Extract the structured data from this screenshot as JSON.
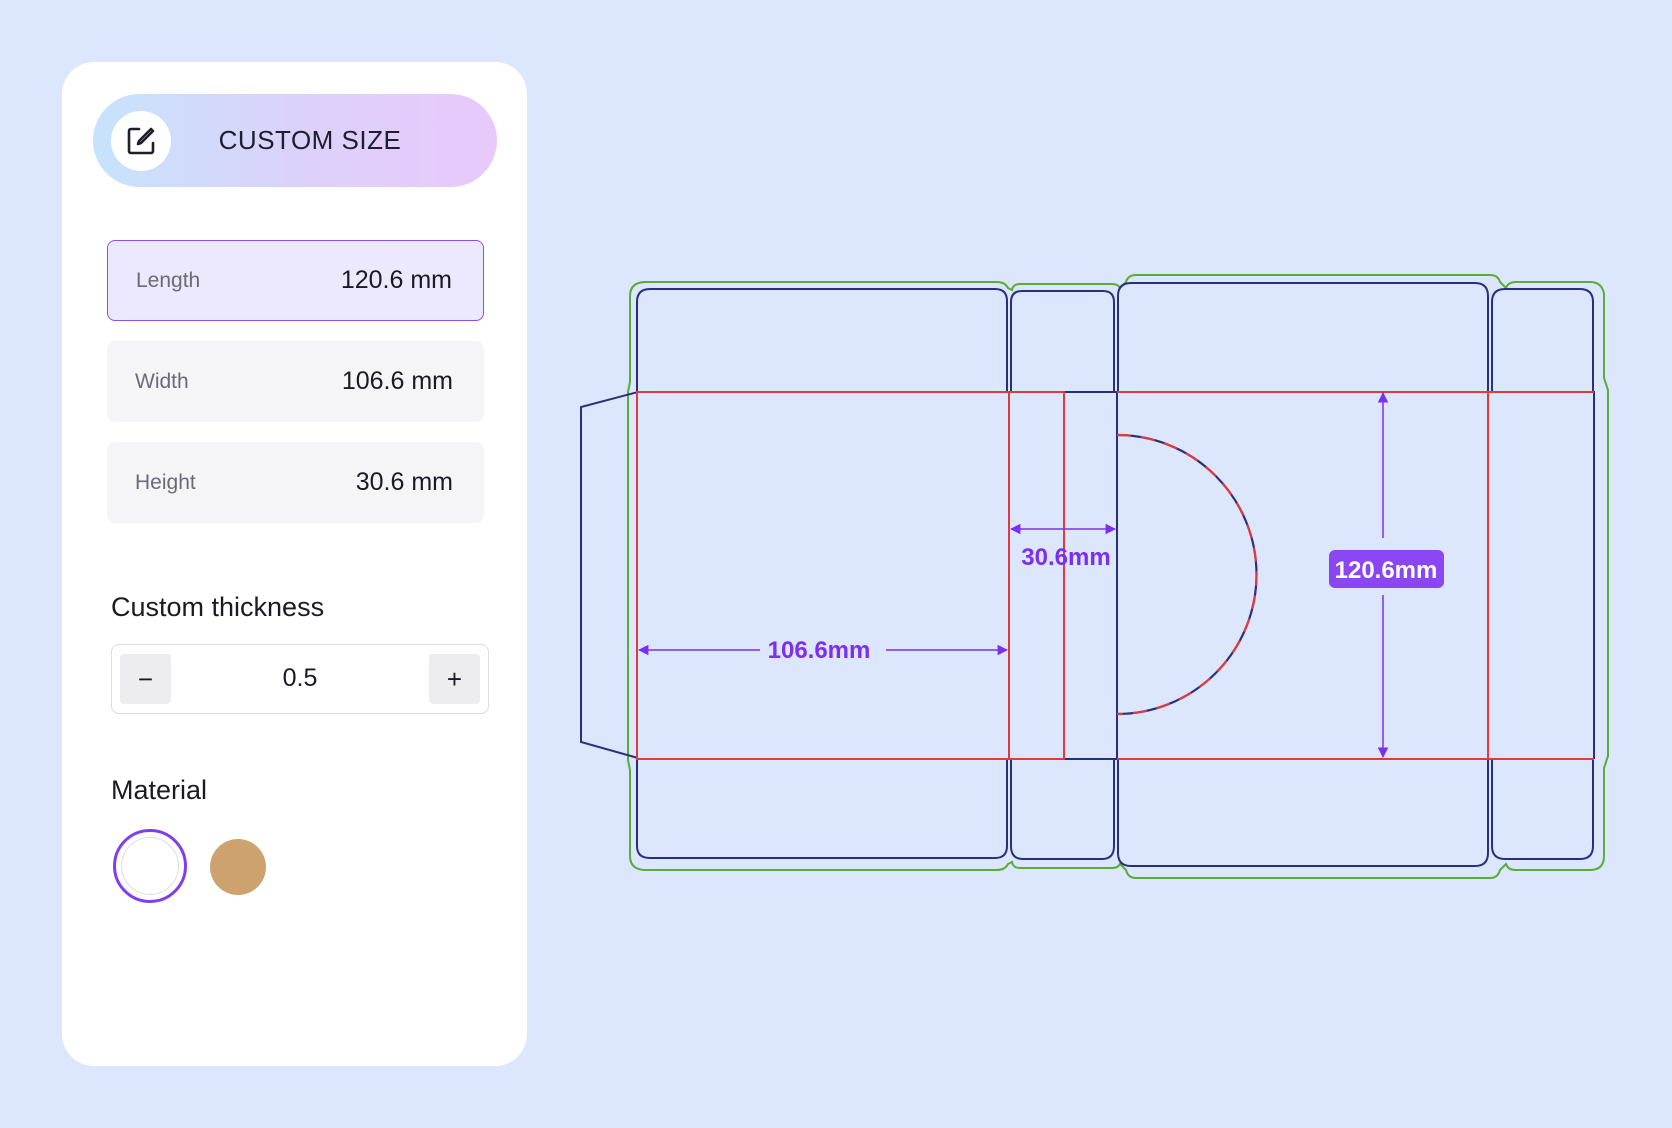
{
  "panel": {
    "header": {
      "title": "CUSTOM SIZE",
      "icon": "edit-icon"
    },
    "dimensions": [
      {
        "label": "Length",
        "value": "120.6 mm",
        "active": true
      },
      {
        "label": "Width",
        "value": "106.6 mm",
        "active": false
      },
      {
        "label": "Height",
        "value": "30.6 mm",
        "active": false
      }
    ],
    "thickness": {
      "title": "Custom thickness",
      "value": "0.5",
      "minus_label": "−",
      "plus_label": "+"
    },
    "material": {
      "title": "Material",
      "options": [
        {
          "name": "white",
          "color": "#ffffff",
          "selected": true
        },
        {
          "name": "kraft",
          "color": "#cda26e",
          "selected": false
        }
      ]
    }
  },
  "dieline": {
    "width_label": "106.6mm",
    "height_label": "30.6mm",
    "length_label": "120.6mm",
    "colors": {
      "cut": "#2a2f7c",
      "fold": "#e03a3a",
      "bleed": "#5aab3a",
      "dimension": "#7b2ff0"
    }
  }
}
